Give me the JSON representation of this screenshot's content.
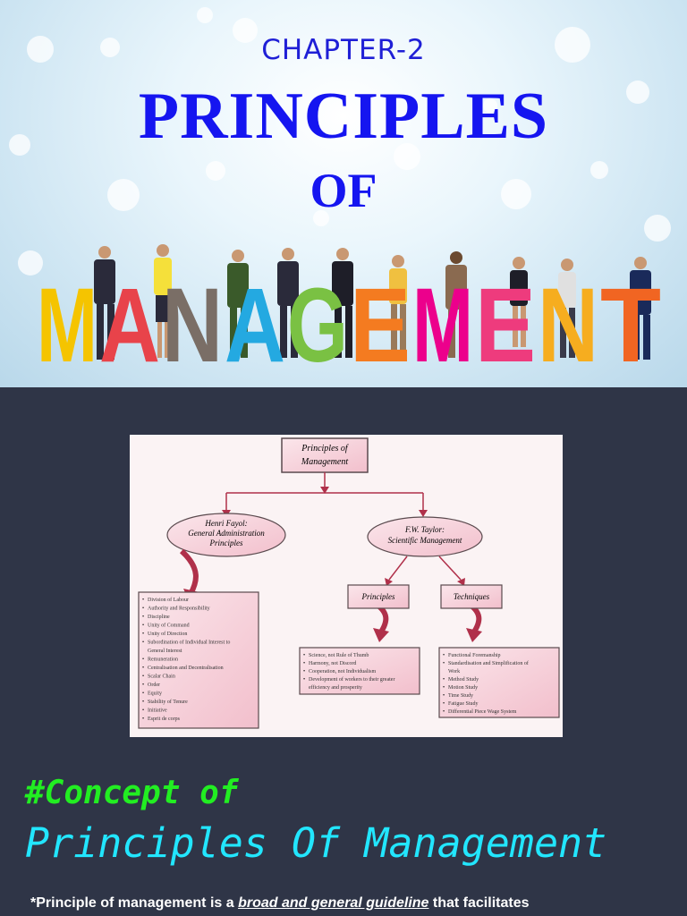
{
  "hero": {
    "chapter": "CHAPTER-2",
    "title_line1": "PRINCIPLES",
    "title_line2": "OF",
    "title_line3_letters": [
      "M",
      "A",
      "N",
      "A",
      "G",
      "E",
      "M",
      "E",
      "N",
      "T"
    ],
    "title_line3_colors": [
      "#f5c400",
      "#e8434a",
      "#7a6e66",
      "#24a9e1",
      "#7ac143",
      "#f47b20",
      "#ec008c",
      "#ee3b7d",
      "#f6ad1f",
      "#f16522"
    ]
  },
  "diagram": {
    "root": [
      "Principles  of",
      "Management"
    ],
    "fayol": [
      "Henri Fayol:",
      "General Administration",
      "Principles"
    ],
    "taylor": [
      "F.W. Taylor:",
      "Scientific Management"
    ],
    "principles_label": "Principles",
    "techniques_label": "Techniques",
    "fayol_list": [
      "Division of Labour",
      "Authority and Responsibility",
      "Discipline",
      "Unity of Command",
      "Unity of Direction",
      "Subordination of Individual Interest to",
      "General Interest",
      "Remuneration",
      "Centralisation and Decentralisation",
      "Scalar Chain",
      "Order",
      "Equity",
      "Stability of Tenure",
      "Initiative",
      "Esprit de corps"
    ],
    "taylor_principles_list": [
      "Science, not Rule of Thumb",
      "Harmony, not Discord",
      "Cooperation, not Individualism",
      "Development of workers to their greater",
      "efficiency and prosperity"
    ],
    "taylor_techniques_list": [
      "Functional Foremanship",
      "Standardisation and Simplification of",
      "Work",
      "Method Study",
      "Motion Study",
      "Time Study",
      "Fatigue Study",
      "Differential Piece Wage System"
    ],
    "colors": {
      "box_fill": "#f6d4dc",
      "accent": "#b0304a",
      "border": "#5a4a4e"
    }
  },
  "concept": {
    "heading": "#Concept of",
    "title": "Principles Of Management",
    "definition_start": "*Principle of management is a ",
    "definition_emphasis": "broad and general guideline",
    "definition_end": " that facilitates"
  },
  "colors": {
    "background": "#2f3547",
    "concept_green": "#22ee22",
    "title_cyan": "#22e6ff"
  }
}
